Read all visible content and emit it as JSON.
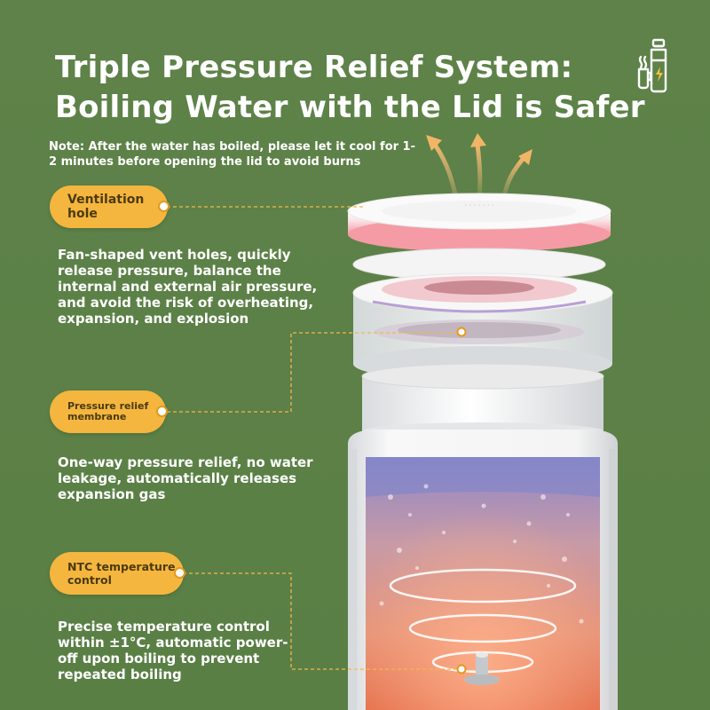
{
  "header": {
    "title_line1": "Triple Pressure Relief System:",
    "title_line2": "Boiling Water with the Lid is Safer",
    "note": "Note: After the water has boiled, please let it cool for 1-2 minutes before opening the lid to avoid burns"
  },
  "features": [
    {
      "label": "Ventilation hole",
      "description": "Fan-shaped vent holes, quickly release pressure, balance the internal and external air pressure, and avoid the risk of overheating, expansion, and explosion"
    },
    {
      "label": "Pressure relief membrane",
      "description": "One-way pressure relief, no water leakage, automatically releases expansion gas"
    },
    {
      "label": "NTC temperature control",
      "description": "Precise temperature control within ±1°C, automatic power-off upon boiling to prevent repeated boiling"
    }
  ],
  "colors": {
    "background": "#5d8148",
    "badge": "#f4b63e",
    "text": "#ffffff"
  },
  "icons": [
    "kettle-cup-icon",
    "steam-arrow-icon"
  ]
}
